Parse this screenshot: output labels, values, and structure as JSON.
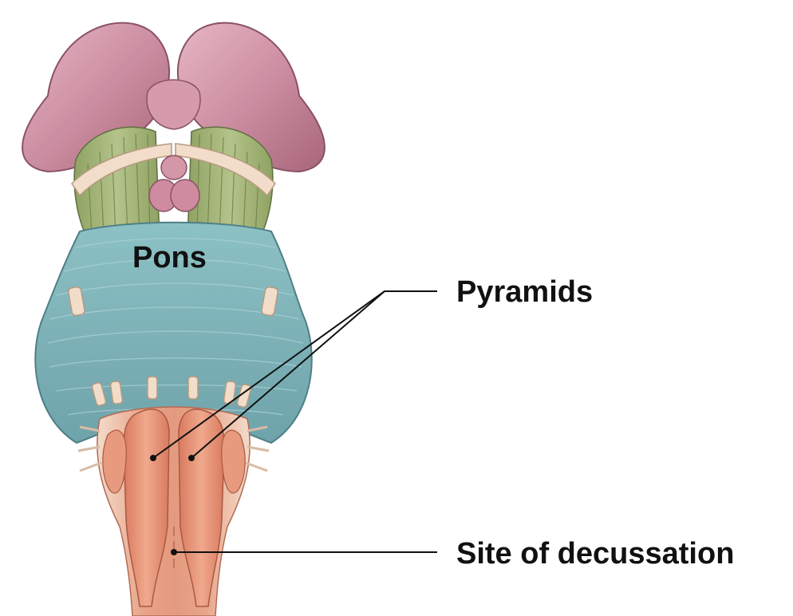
{
  "labels": {
    "pons": "Pons",
    "pyramids": "Pyramids",
    "decussation": "Site of decussation"
  },
  "colors": {
    "hemisphere": "#c98a9e",
    "cerebral_peduncle": "#9fb071",
    "pons": "#7fb3b8",
    "pyramid": "#e08f72",
    "nerve": "#f2dcc8",
    "leader_line": "#111111",
    "text": "#111111"
  }
}
